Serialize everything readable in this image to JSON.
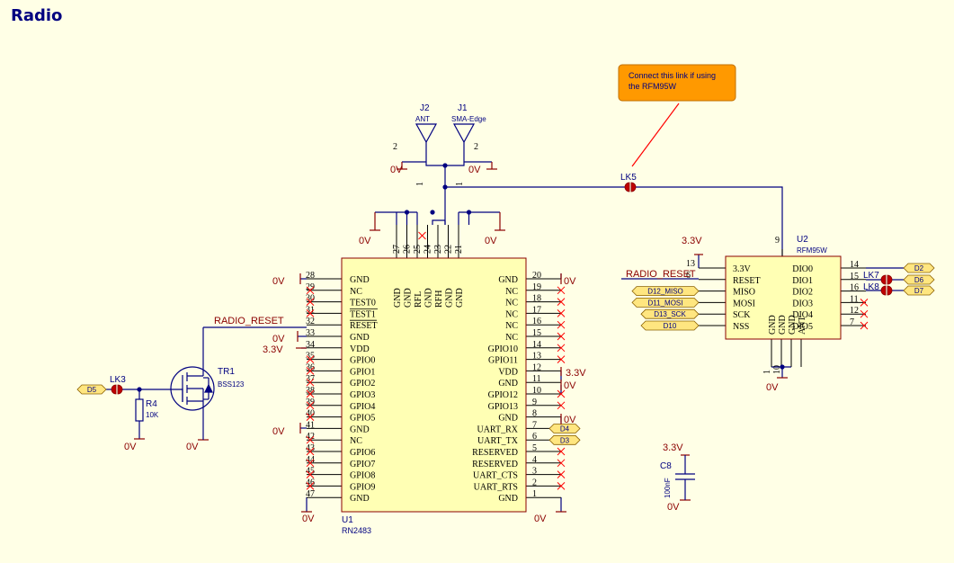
{
  "sheet_title": "Radio",
  "note": [
    "Connect this link if using",
    "the RFM95W"
  ],
  "colors": {
    "background": "#ffffe6",
    "wire": "#000080",
    "body": "#ffffb4",
    "body_stroke": "#8b0000",
    "text_red": "#8b0000",
    "note_fill": "#ff9900",
    "leader": "#ff0000",
    "noconnect": "#ff0000"
  },
  "u1": {
    "ref": "U1",
    "part": "RN2483",
    "left_pins": [
      {
        "num": "28",
        "name": "GND"
      },
      {
        "num": "29",
        "name": "NC"
      },
      {
        "num": "30",
        "name": "TEST0"
      },
      {
        "num": "31",
        "name": "TEST1"
      },
      {
        "num": "32",
        "name": "RESET"
      },
      {
        "num": "33",
        "name": "GND"
      },
      {
        "num": "34",
        "name": "VDD"
      },
      {
        "num": "35",
        "name": "GPIO0"
      },
      {
        "num": "36",
        "name": "GPIO1"
      },
      {
        "num": "37",
        "name": "GPIO2"
      },
      {
        "num": "38",
        "name": "GPIO3"
      },
      {
        "num": "39",
        "name": "GPIO4"
      },
      {
        "num": "40",
        "name": "GPIO5"
      },
      {
        "num": "41",
        "name": "GND"
      },
      {
        "num": "42",
        "name": "NC"
      },
      {
        "num": "43",
        "name": "GPIO6"
      },
      {
        "num": "44",
        "name": "GPIO7"
      },
      {
        "num": "45",
        "name": "GPIO8"
      },
      {
        "num": "46",
        "name": "GPIO9"
      },
      {
        "num": "47",
        "name": "GND"
      }
    ],
    "right_pins": [
      {
        "num": "20",
        "name": "GND"
      },
      {
        "num": "19",
        "name": "NC"
      },
      {
        "num": "18",
        "name": "NC"
      },
      {
        "num": "17",
        "name": "NC"
      },
      {
        "num": "16",
        "name": "NC"
      },
      {
        "num": "15",
        "name": "NC"
      },
      {
        "num": "14",
        "name": "GPIO10"
      },
      {
        "num": "13",
        "name": "GPIO11"
      },
      {
        "num": "12",
        "name": "VDD"
      },
      {
        "num": "11",
        "name": "GND"
      },
      {
        "num": "10",
        "name": "GPIO12"
      },
      {
        "num": "9",
        "name": "GPIO13"
      },
      {
        "num": "8",
        "name": "GND"
      },
      {
        "num": "7",
        "name": "UART_RX"
      },
      {
        "num": "6",
        "name": "UART_TX"
      },
      {
        "num": "5",
        "name": "RESERVED"
      },
      {
        "num": "4",
        "name": "RESERVED"
      },
      {
        "num": "3",
        "name": "UART_CTS"
      },
      {
        "num": "2",
        "name": "UART_RTS"
      },
      {
        "num": "1",
        "name": "GND"
      }
    ],
    "top_pins": [
      {
        "num": "27",
        "name": "GND"
      },
      {
        "num": "26",
        "name": "GND"
      },
      {
        "num": "25",
        "name": "RFL"
      },
      {
        "num": "24",
        "name": "GND"
      },
      {
        "num": "23",
        "name": "RFH"
      },
      {
        "num": "22",
        "name": "GND"
      },
      {
        "num": "21",
        "name": "GND"
      }
    ]
  },
  "u2": {
    "ref": "U2",
    "part": "RFM95W",
    "left_pins": [
      {
        "num": "13",
        "name": "3.3V"
      },
      {
        "num": "6",
        "name": "RESET"
      },
      {
        "num": "",
        "name": "MISO"
      },
      {
        "num": "",
        "name": "MOSI"
      },
      {
        "num": "",
        "name": "SCK"
      },
      {
        "num": "",
        "name": "NSS"
      }
    ],
    "right_pins": [
      {
        "num": "14",
        "name": "DIO0"
      },
      {
        "num": "15",
        "name": "DIO1"
      },
      {
        "num": "16",
        "name": "DIO2"
      },
      {
        "num": "11",
        "name": "DIO3"
      },
      {
        "num": "12",
        "name": "DIO4"
      },
      {
        "num": "7",
        "name": "DIO5"
      }
    ],
    "bottom_pins": [
      {
        "num": "1",
        "name": "GND"
      },
      {
        "num": "10",
        "name": "GND"
      },
      {
        "num": "",
        "name": "GND"
      },
      {
        "num": "9",
        "name": "ANT"
      }
    ]
  },
  "ports_u2_left": [
    "D12_MISO",
    "D11_MOSI",
    "D13_SCK",
    "D10"
  ],
  "ports_u2_right": [
    "D2",
    "D6",
    "D7"
  ],
  "ports_u1_right": [
    "D4",
    "D3"
  ],
  "port_d5": "D5",
  "antenna_j2": {
    "ref": "J2",
    "value": "ANT",
    "pin_a": "2",
    "pin_b": "1"
  },
  "antenna_j1": {
    "ref": "J1",
    "value": "SMA-Edge",
    "pin_a": "2",
    "pin_b": "1"
  },
  "links": {
    "lk3": "LK3",
    "lk5": "LK5",
    "lk7": "LK7",
    "lk8": "LK8"
  },
  "tr1": {
    "ref": "TR1",
    "value": "BSS123"
  },
  "r4": {
    "ref": "R4",
    "value": "10K"
  },
  "c8": {
    "ref": "C8",
    "value": "100nF"
  },
  "nets": {
    "radio_reset": "RADIO_RESET",
    "v33": "3.3V",
    "gnd": "0V"
  }
}
